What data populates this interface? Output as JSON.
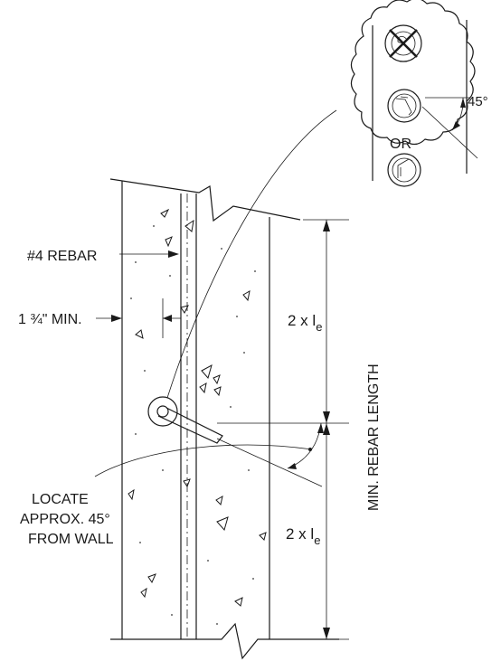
{
  "labels": {
    "rebar": "#4 REBAR",
    "cover": "1 ¾\" MIN.",
    "locate_line1": "LOCATE",
    "locate_line2": "APPROX. 45°",
    "locate_line3": "FROM WALL",
    "dim_upper_prefix": "2 x l",
    "dim_upper_sub": "e",
    "dim_lower_prefix": "2 x l",
    "dim_lower_sub": "e",
    "min_rebar_length": "MIN. REBAR LENGTH",
    "detail_or": "OR",
    "detail_angle": "45°"
  },
  "icons": [
    "prohibited-anchor-icon",
    "angled-anchor-icon",
    "angled-anchor-alt-icon"
  ],
  "colors": {
    "ink": "#1a1a1a",
    "background": "#ffffff"
  }
}
